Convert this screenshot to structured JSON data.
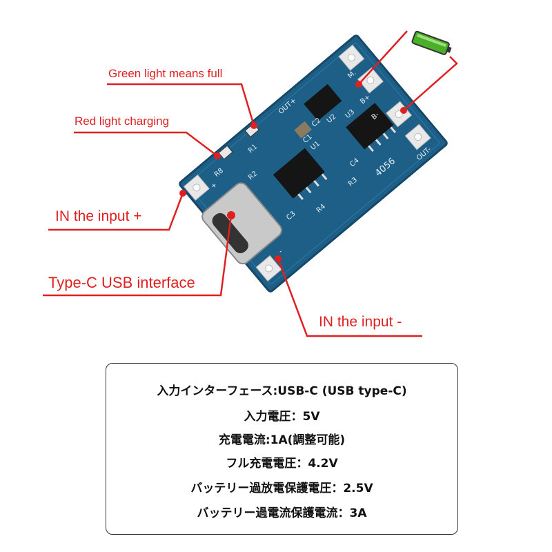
{
  "labels": {
    "green_led": "Green light means full",
    "red_led": "Red light charging",
    "in_plus": "IN the input +",
    "type_c": "Type-C  USB interface",
    "in_minus": "IN the input -"
  },
  "board": {
    "silkscreen": {
      "m": "M.",
      "b_plus": "B+",
      "b_minus": "B-",
      "out_plus": "OUT+",
      "out_minus": "OUT-",
      "chip": "4056",
      "r1": "R1",
      "r2": "R2",
      "r3": "R3",
      "r4": "R4",
      "r8": "R8",
      "c1": "C1",
      "c2": "C2",
      "c3": "C3",
      "c4": "C4",
      "u1": "U1",
      "u2": "U2",
      "u3": "U3",
      "plus": "+",
      "minus": "-"
    }
  },
  "specs": [
    "入力インターフェース:USB-C (USB type-C)",
    "入力電圧：5V",
    "充電電流:1A(調整可能)",
    "フル充電電圧：4.2V",
    "バッテリー過放電保護電圧：2.5V",
    "バッテリー過電流保護電流：3A"
  ],
  "colors": {
    "accent": "#e02020",
    "board": "#1d5f86",
    "led_green": "#4caf2a"
  }
}
